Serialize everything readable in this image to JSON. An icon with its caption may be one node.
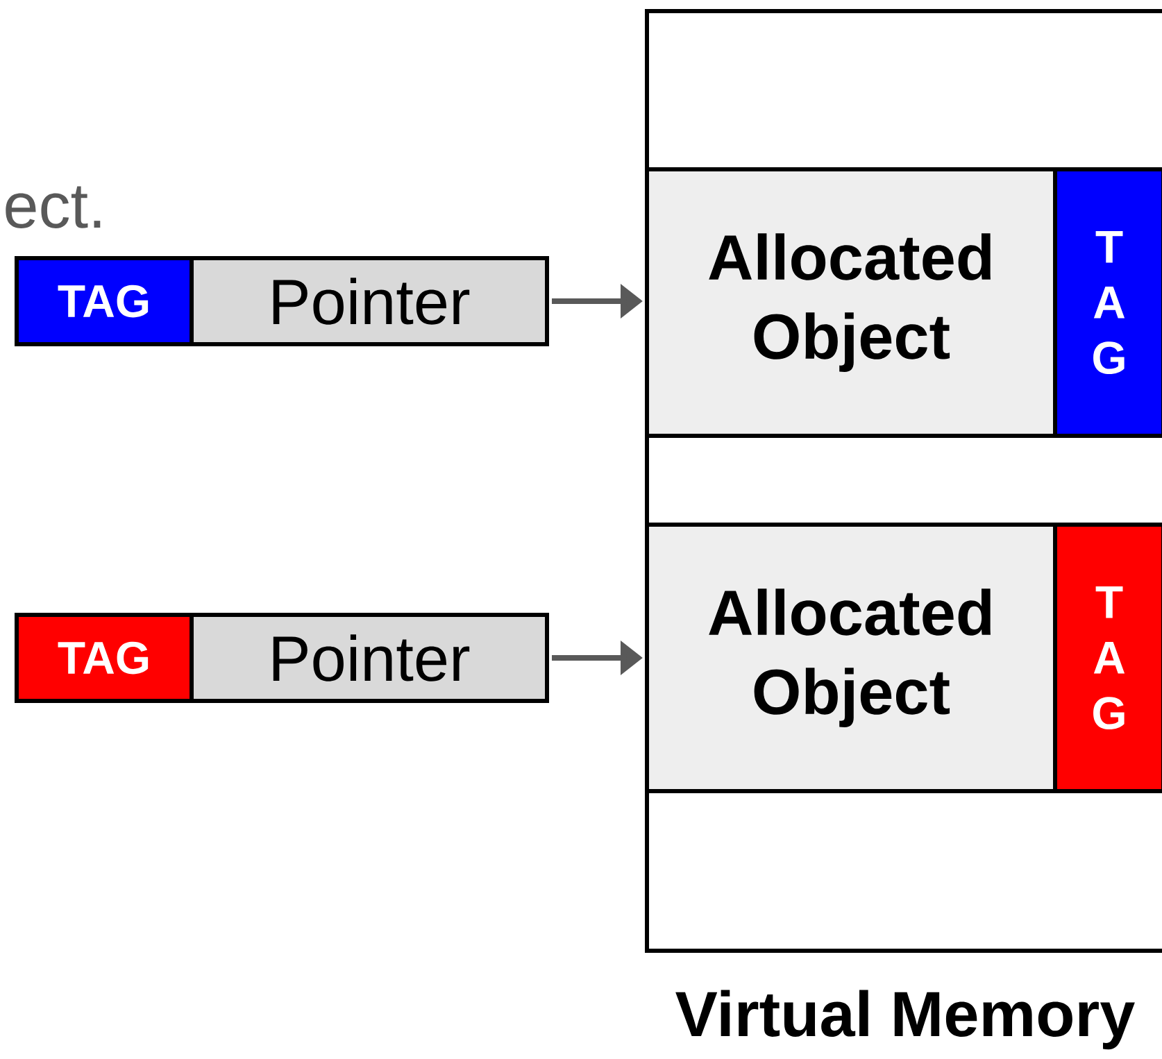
{
  "diagram": {
    "nodes": [
      {
        "text": [
          "Virtual Memory"
        ]
      },
      {
        "text": [
          "Allocated Object"
        ],
        "in": 0
      },
      {
        "text": [
          "TAG"
        ],
        "in": 0
      },
      {
        "text": [
          "Allocated Object"
        ],
        "in": 0
      },
      {
        "text": [
          "TAG"
        ],
        "in": 0
      },
      {
        "text": [
          "TAG"
        ]
      },
      {
        "text": [
          "Pointer"
        ]
      },
      {
        "text": [
          "TAG"
        ]
      },
      {
        "text": [
          "Pointer"
        ]
      }
    ],
    "edges": [
      {
        "from": 6,
        "to": 1,
        "arrow": "to"
      },
      {
        "from": 8,
        "to": 3,
        "arrow": "to"
      }
    ],
    "labels": [
      "ect."
    ]
  }
}
